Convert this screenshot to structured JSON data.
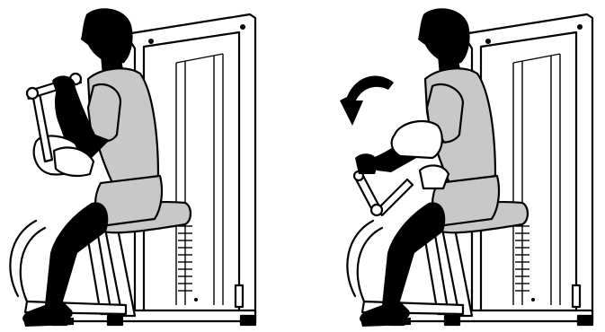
{
  "figure": {
    "panels": [
      {
        "id": "start",
        "has_motion_arrow": false
      },
      {
        "id": "finish",
        "has_motion_arrow": true,
        "arrow_direction": "counter-clockwise"
      }
    ],
    "colors": {
      "outline": "#000000",
      "skin": "#000000",
      "shirt": "#c8c8c8",
      "shorts": "#c8c8c8",
      "pad": "#c8c8c8",
      "machine": "#ffffff",
      "background": "#ffffff"
    },
    "icons": [
      "person-silhouette",
      "curl-machine",
      "rotation-arrow-icon"
    ]
  }
}
